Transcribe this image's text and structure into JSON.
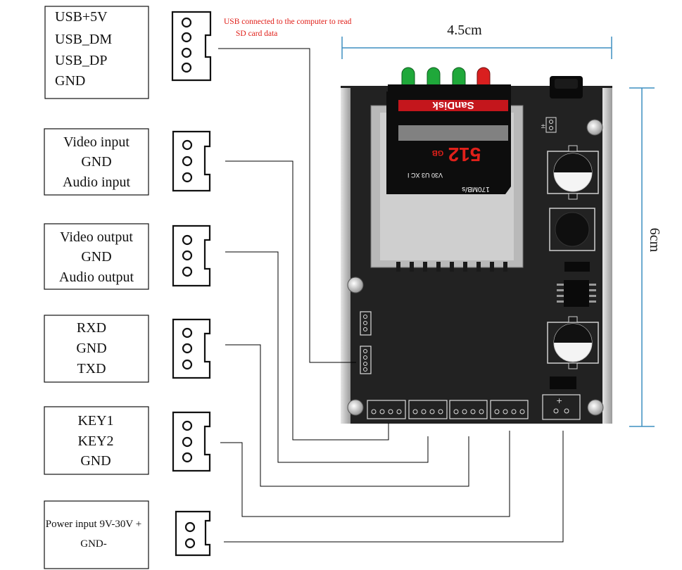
{
  "label_groups": [
    {
      "lines": [
        "USB+5V",
        "USB_DM",
        "USB_DP",
        "GND"
      ]
    },
    {
      "lines": [
        "Video input",
        "GND",
        "Audio input"
      ]
    },
    {
      "lines": [
        "Video output",
        "GND",
        "Audio output"
      ]
    },
    {
      "lines": [
        "RXD",
        "GND",
        "TXD"
      ]
    },
    {
      "lines": [
        "KEY1",
        "KEY2",
        "GND"
      ]
    },
    {
      "lines": [
        "Power input 9V-30V +",
        "GND-"
      ]
    }
  ],
  "usb_note": [
    "USB connected to the computer to read",
    "SD card data"
  ],
  "dimensions": {
    "width": "4.5cm",
    "height": "6cm"
  },
  "sd_card": {
    "brand": "SanDisk",
    "capacity": "512",
    "unit": "GB",
    "speed": "170MB/s",
    "marks": "V30 U3 XC I"
  },
  "board_markings": {
    "plus_sign": "+",
    "plus_minus": "±"
  },
  "colors": {
    "pcb": "#222222",
    "rail": "#c8c8c8",
    "led_green": "#1fa83a",
    "led_red": "#d91f1f",
    "sd_red": "#c4161c",
    "dim_line": "#3d8fc0",
    "note_red": "#e0201a"
  }
}
